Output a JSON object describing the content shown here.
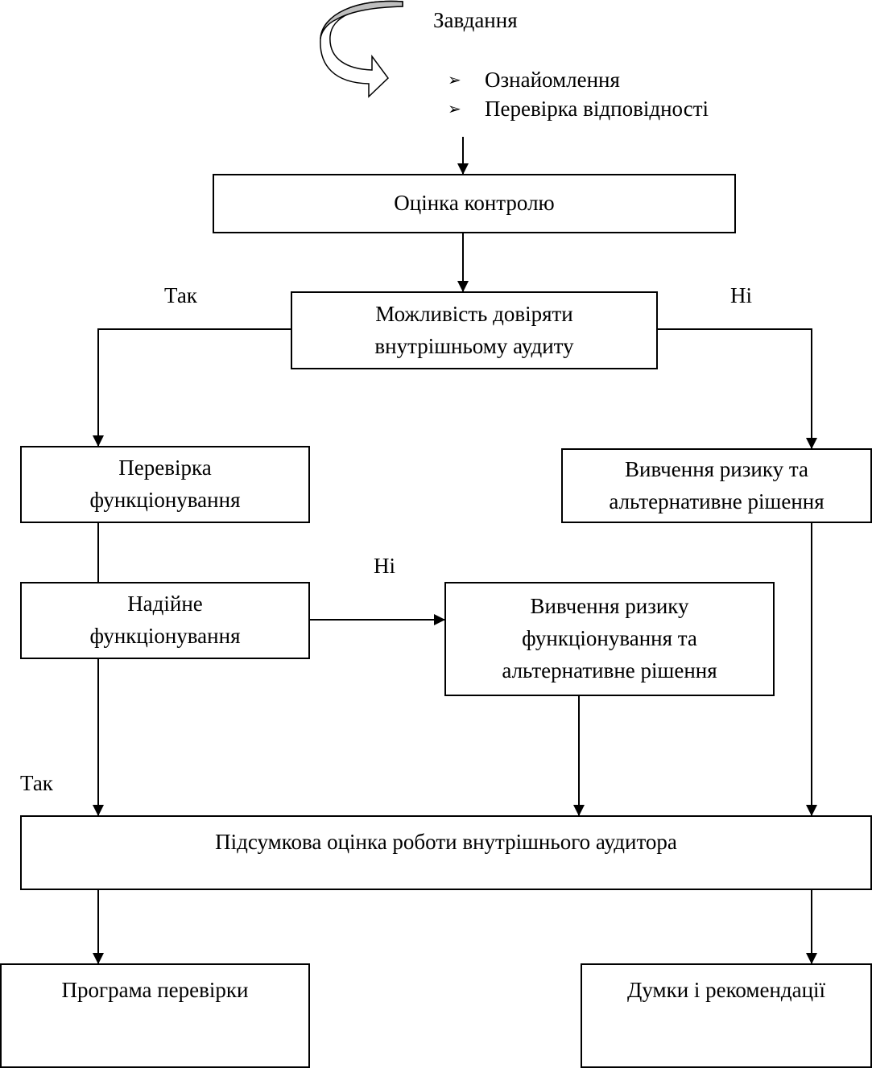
{
  "task": {
    "title": "Завдання",
    "items": [
      "Ознайомлення",
      "Перевірка відповідності"
    ],
    "bullet_glyph": "➢"
  },
  "nodes": {
    "control_assessment": "Оцінка контролю",
    "trust_audit": "Можливість довіряти внутрішньому аудиту",
    "function_check": "Перевірка функціонування",
    "risk_study": "Вивчення ризику та альтернативне рішення",
    "reliable_function": "Надійне функціонування",
    "function_risk_study": "Вивчення ризику функціонування та альтернативне рішення",
    "final_assessment": "Підсумкова оцінка роботи внутрішнього аудитора",
    "audit_program": "Програма перевірки",
    "opinions": "Думки і рекомендації"
  },
  "edge_labels": {
    "yes_trust": "Так",
    "no_trust": "Ні",
    "no_reliable": "Ні",
    "yes_reliable": "Так"
  },
  "colors": {
    "stroke": "#000000",
    "background": "#ffffff",
    "curved_arrow_fill": "#bfbfbf"
  }
}
